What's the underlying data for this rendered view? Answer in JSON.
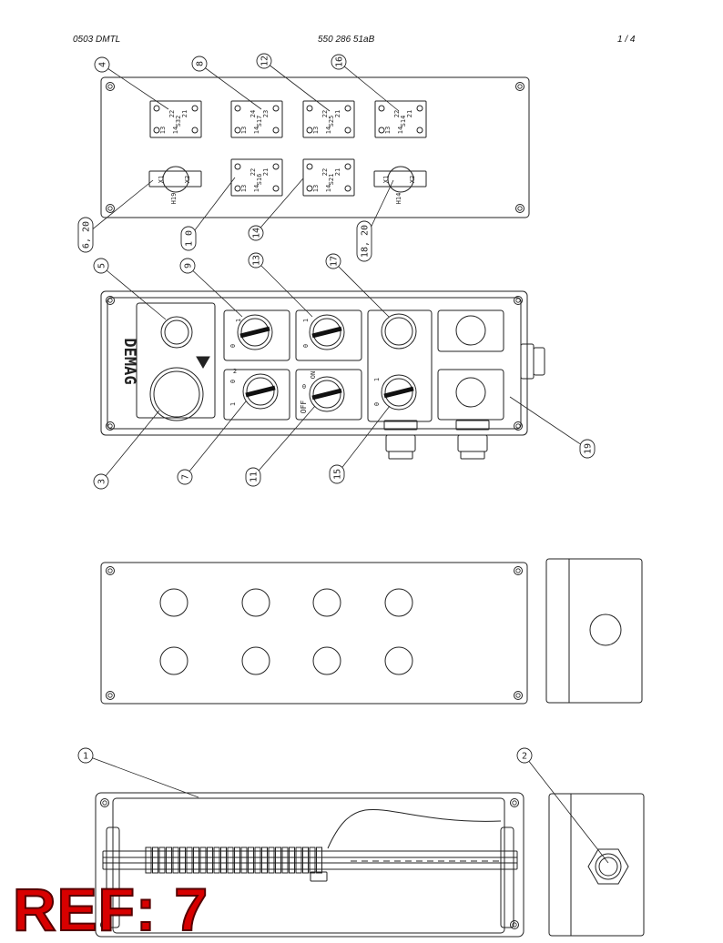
{
  "header": {
    "left": "0503 DMTL",
    "center": "550 286 51aB",
    "page": "1 /  4"
  },
  "stamp": "REF: 7",
  "callouts": [
    "4",
    "8",
    "12",
    "16",
    "6, 20",
    "1 0",
    "14",
    "18, 20",
    "5",
    "9",
    "13",
    "17",
    "3",
    "7",
    "11",
    "15",
    "19",
    "1",
    "2"
  ],
  "contacts": [
    {
      "id": "S32",
      "t1": "13",
      "t2": "22",
      "b1": "14",
      "b2": "21"
    },
    {
      "id": "S17",
      "t1": "13",
      "t2": "24",
      "b1": "14",
      "b2": "23"
    },
    {
      "id": "S25",
      "t1": "13",
      "t2": "22",
      "b1": "14",
      "b2": "21"
    },
    {
      "id": "S14",
      "t1": "13",
      "t2": "22",
      "b1": "14",
      "b2": "21"
    },
    {
      "id": "S16",
      "t1": "13",
      "t2": "22",
      "b1": "14",
      "b2": "21"
    },
    {
      "id": "S21",
      "t1": "13",
      "t2": "22",
      "b1": "14",
      "b2": "21"
    }
  ],
  "lamps": [
    {
      "id": "H19",
      "x1": "X1",
      "x2": "X2"
    },
    {
      "id": "H14",
      "x1": "X1",
      "x2": "X2"
    }
  ],
  "brand": "DEMAG",
  "switch_labels": {
    "sw9": [
      "0",
      "1"
    ],
    "sw13": [
      "0",
      "1"
    ],
    "sw7": [
      "1",
      "0",
      "2"
    ],
    "sw11": [
      "OFF",
      "0",
      "ON"
    ],
    "sw15": [
      "0",
      "1"
    ]
  }
}
